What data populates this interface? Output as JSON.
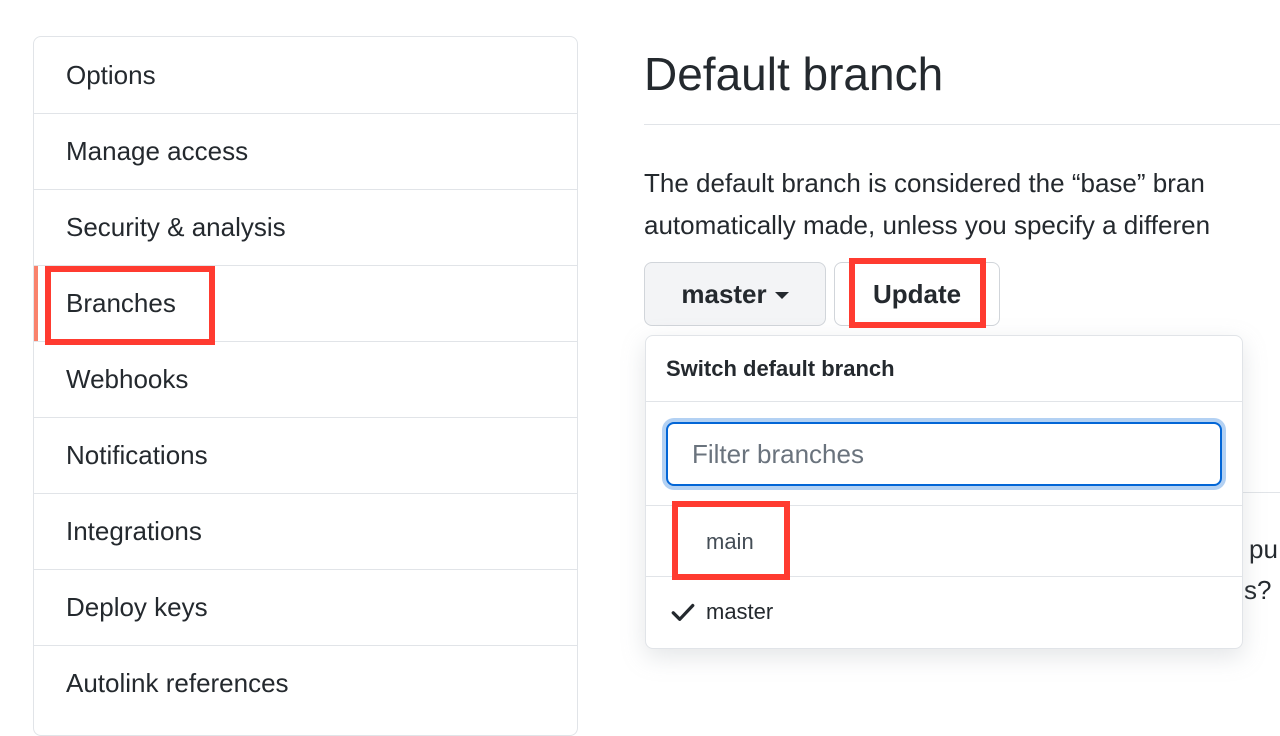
{
  "sidebar": {
    "items": [
      {
        "label": "Options"
      },
      {
        "label": "Manage access"
      },
      {
        "label": "Security & analysis"
      },
      {
        "label": "Branches"
      },
      {
        "label": "Webhooks"
      },
      {
        "label": "Notifications"
      },
      {
        "label": "Integrations"
      },
      {
        "label": "Deploy keys"
      },
      {
        "label": "Autolink references"
      }
    ],
    "selected": "Branches"
  },
  "main": {
    "title": "Default branch",
    "description_line1": "The default branch is considered the “base” bran",
    "description_line2": "automatically made, unless you specify a differen",
    "branch_button_label": "master",
    "update_button_label": "Update",
    "background_text_line1": "pu",
    "background_text_line2": "s?"
  },
  "dropdown": {
    "header": "Switch default branch",
    "filter_placeholder": "Filter branches",
    "filter_value": "",
    "items": [
      {
        "label": "main",
        "selected": false
      },
      {
        "label": "master",
        "selected": true
      }
    ]
  },
  "colors": {
    "accent_selected": "#f9826c",
    "focus_blue": "#0366d6",
    "annotation_red": "#ff3b30"
  }
}
